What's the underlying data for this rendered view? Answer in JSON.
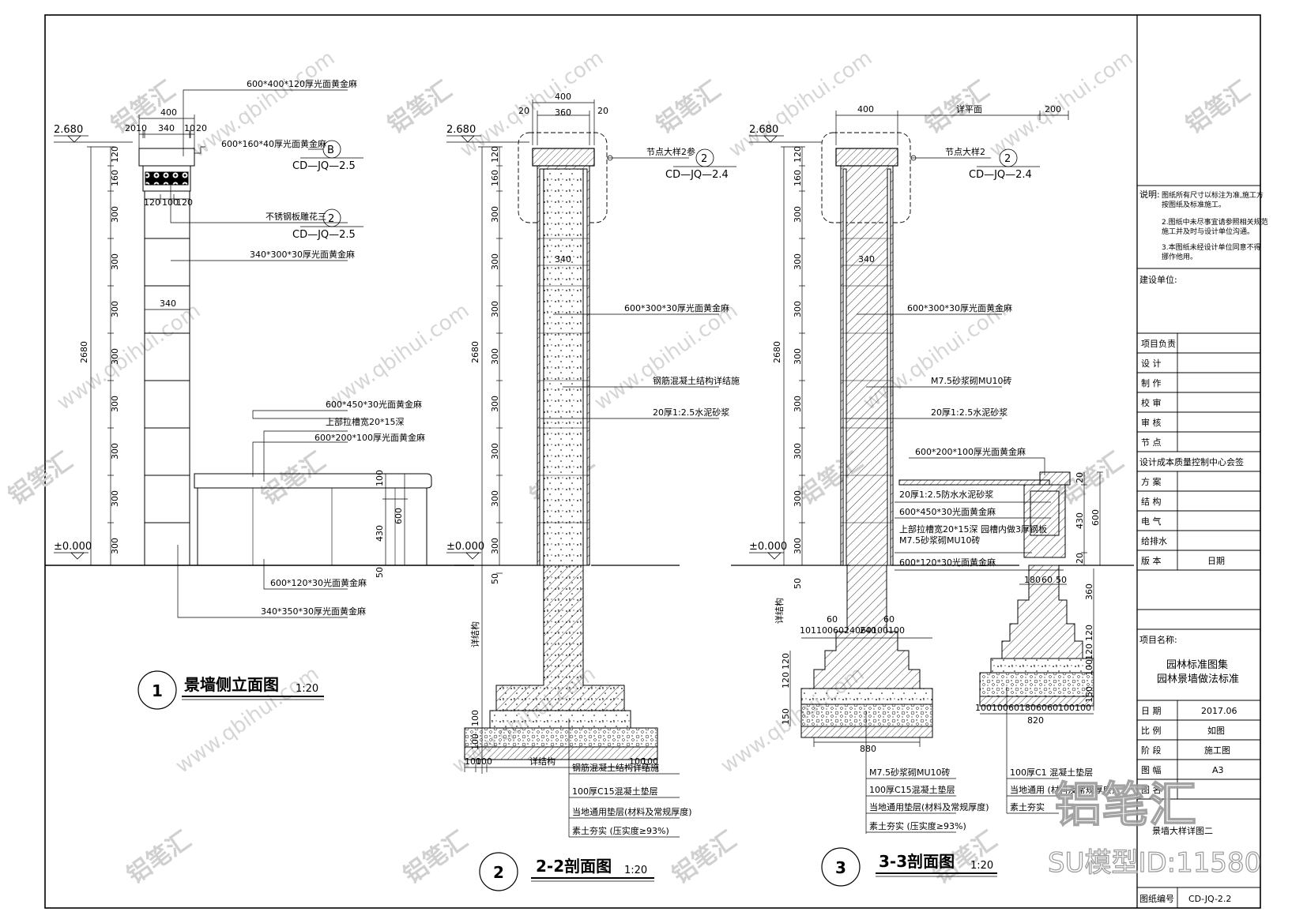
{
  "views": {
    "v1": {
      "number": "1",
      "title": "景墙侧立面图",
      "scale": "1:20",
      "dims": {
        "top_400": "400",
        "d20a": "20",
        "d10a": "10",
        "d340": "340",
        "d10b": "10",
        "d20b": "20",
        "inner340": "340",
        "pat120a": "120",
        "pat100": "100",
        "pat120b": "120",
        "total": "2680",
        "s120": "120",
        "s160": "160",
        "s300": "300",
        "bench100": "100",
        "bench430": "430",
        "bench600": "600",
        "ground50": "50"
      },
      "levels": {
        "top": "2.680",
        "ground": "±0.000"
      },
      "labels": {
        "l1": "600*400*120厚光面黄金麻",
        "l2": "600*160*40厚光面黄金麻",
        "l3": "不锈钢板雕花三",
        "l4": "340*300*30厚光面黄金麻",
        "l5": "600*450*30光面黄金麻",
        "l6": "上部拉槽宽20*15深",
        "l7": "600*200*100厚光面黄金麻",
        "l8": "600*120*30光面黄金麻",
        "l9": "340*350*30厚光面黄金麻"
      },
      "callout_b": {
        "num": "B",
        "code": "CD—JQ—2.5"
      },
      "callout_2": {
        "num": "2",
        "code": "CD—JQ—2.5"
      }
    },
    "v2": {
      "number": "2",
      "title": "2-2剖面图",
      "scale": "1:20",
      "dims": {
        "w400": "400",
        "w360": "360",
        "w20a": "20",
        "w20b": "20",
        "in340": "340",
        "total": "2680",
        "s120": "120",
        "s160": "160",
        "s300": "300",
        "g50": "50",
        "f100a": "100",
        "f100b": "100",
        "b100a": "100",
        "b100b": "100",
        "b100c": "100",
        "b100d": "100"
      },
      "levels": {
        "top": "2.680",
        "ground": "±0.000"
      },
      "labels": {
        "node": "节点大样2参",
        "l1": "600*300*30厚光面黄金麻",
        "l2": "钢筋混凝土结构详结施",
        "l3": "20厚1:2.5水泥砂浆",
        "l4": "钢筋混凝土结构详结施",
        "l5": "100厚C15混凝土垫层",
        "l6": "当地通用垫层(材料及常规厚度)",
        "l7": "素土夯实 (压实度≥93%)",
        "struct_a": "详结构",
        "struct_b": "详结构"
      },
      "callout": {
        "num": "2",
        "code": "CD—JQ—2.4"
      }
    },
    "v3": {
      "number": "3",
      "title": "3-3剖面图",
      "scale": "1:20",
      "dims": {
        "w400": "400",
        "w_plan": "详平面",
        "w200": "200",
        "in340": "340",
        "total": "2680",
        "s120": "120",
        "s160": "160",
        "s300": "300",
        "g50": "50",
        "foot_row": "1011006024060100100",
        "d60a": "60",
        "d240": "240",
        "d60b": "60",
        "h120a": "120",
        "h120b": "120",
        "h150": "150",
        "w880": "880",
        "b20a": "20",
        "b430": "430",
        "b600": "600",
        "b20b": "20",
        "d180": "180",
        "d60c": "60",
        "d50": "50",
        "h360": "360",
        "h120c": "120",
        "h120d": "120",
        "h100": "100",
        "h150b": "150",
        "foot2_row": "100100601806060100100",
        "w820": "820"
      },
      "levels": {
        "top": "2.680",
        "ground": "±0.000"
      },
      "labels": {
        "node": "节点大样2",
        "l1": "600*300*30厚光面黄金麻",
        "l2": "M7.5砂浆砌MU10砖",
        "l3": "20厚1:2.5水泥砂浆",
        "l4": "600*200*100厚光面黄金麻",
        "l5": "20厚1:2.5防水水泥砂浆",
        "l6": "600*450*30光面黄金麻",
        "l7": "上部拉槽宽20*15深  园槽内做3厚钢板",
        "l8": "M7.5砂浆砌MU10砖",
        "l9": "600*120*30光面黄金麻",
        "l10": "M7.5砂浆砌MU10砖",
        "l11": "100厚C15混凝土垫层",
        "l12": "当地通用垫层(材料及常规厚度)",
        "l13": "素土夯实 (压实度≥93%)",
        "r1": "100厚C1  混凝土垫层",
        "r2": "当地通用  (材料及常规厚度)",
        "r3": "素土夯实",
        "struct": "详结构"
      },
      "callout": {
        "num": "2",
        "code": "CD—JQ—2.4"
      }
    }
  },
  "title_block": {
    "notes_label": "说明:",
    "notes": [
      "图纸所有尺寸以标注为准,施工方",
      "按图纸及标准施工。",
      "2.图纸中未尽事宜请参照相关规范",
      "施工并及时与设计单位沟通。",
      "3.本图纸未经设计单位同意不得",
      "挪作他用。"
    ],
    "client_label": "建设单位:",
    "rows": [
      {
        "label": "项目负责",
        "value": ""
      },
      {
        "label": "设  计",
        "value": ""
      },
      {
        "label": "制  作",
        "value": ""
      },
      {
        "label": "校  审",
        "value": ""
      },
      {
        "label": "审  核",
        "value": ""
      },
      {
        "label": "节  点",
        "value": ""
      }
    ],
    "company": "设计成本质量控制中心会签",
    "sign_rows": [
      {
        "label": "方  案",
        "value": ""
      },
      {
        "label": "结  构",
        "value": ""
      },
      {
        "label": "电  气",
        "value": ""
      },
      {
        "label": "给排水",
        "value": ""
      },
      {
        "label": "版  本",
        "value": "日期"
      }
    ],
    "project_label": "项目名称:",
    "project_name_1": "园林标准图集",
    "project_name_2": "园林景墙做法标准",
    "info_rows": [
      {
        "label": "日  期",
        "value": "2017.06"
      },
      {
        "label": "比  例",
        "value": "如图"
      },
      {
        "label": "阶  段",
        "value": "施工图"
      },
      {
        "label": "图  幅",
        "value": "A3"
      },
      {
        "label": "图  名",
        "value": ""
      }
    ],
    "drawing_name": "景墙大样详图二",
    "drawing_no_label": "图纸编号",
    "drawing_no": "CD-JQ-2.2"
  },
  "watermarks": {
    "logo": "铝笔汇",
    "site": "www.qbihui.com",
    "model_id": "SU模型ID:11580"
  }
}
